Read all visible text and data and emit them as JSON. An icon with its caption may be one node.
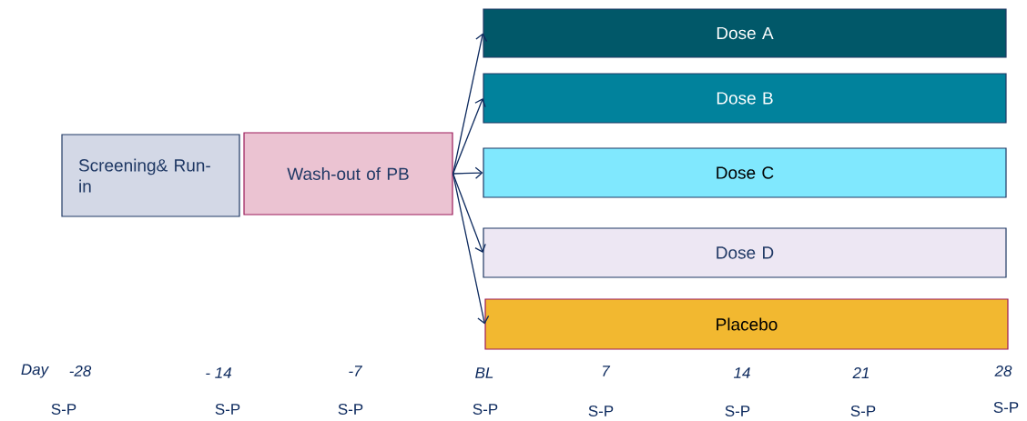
{
  "diagram": {
    "nodes": [
      {
        "text": [
          "Screening& Run-in"
        ]
      },
      {
        "text": [
          "Wash-out of PB"
        ]
      },
      {
        "text": [
          "Dose A"
        ]
      },
      {
        "text": [
          "Dose B"
        ]
      },
      {
        "text": [
          "Dose C"
        ]
      },
      {
        "text": [
          "Dose D"
        ]
      },
      {
        "text": [
          "Placebo"
        ]
      }
    ],
    "edges": [
      {
        "from": 1,
        "to": 2,
        "arrow": "to"
      },
      {
        "from": 1,
        "to": 3,
        "arrow": "to"
      },
      {
        "from": 1,
        "to": 4,
        "arrow": "to"
      },
      {
        "from": 1,
        "to": 5,
        "arrow": "to"
      },
      {
        "from": 1,
        "to": 6,
        "arrow": "to"
      }
    ],
    "labels": [
      "Day",
      "-28",
      "- 14",
      "-7",
      "BL",
      "7",
      "14",
      "21",
      "28",
      "S-P",
      "S-P",
      "S-P",
      "S-P",
      "S-P",
      "S-P",
      "S-P",
      "S-P"
    ]
  }
}
